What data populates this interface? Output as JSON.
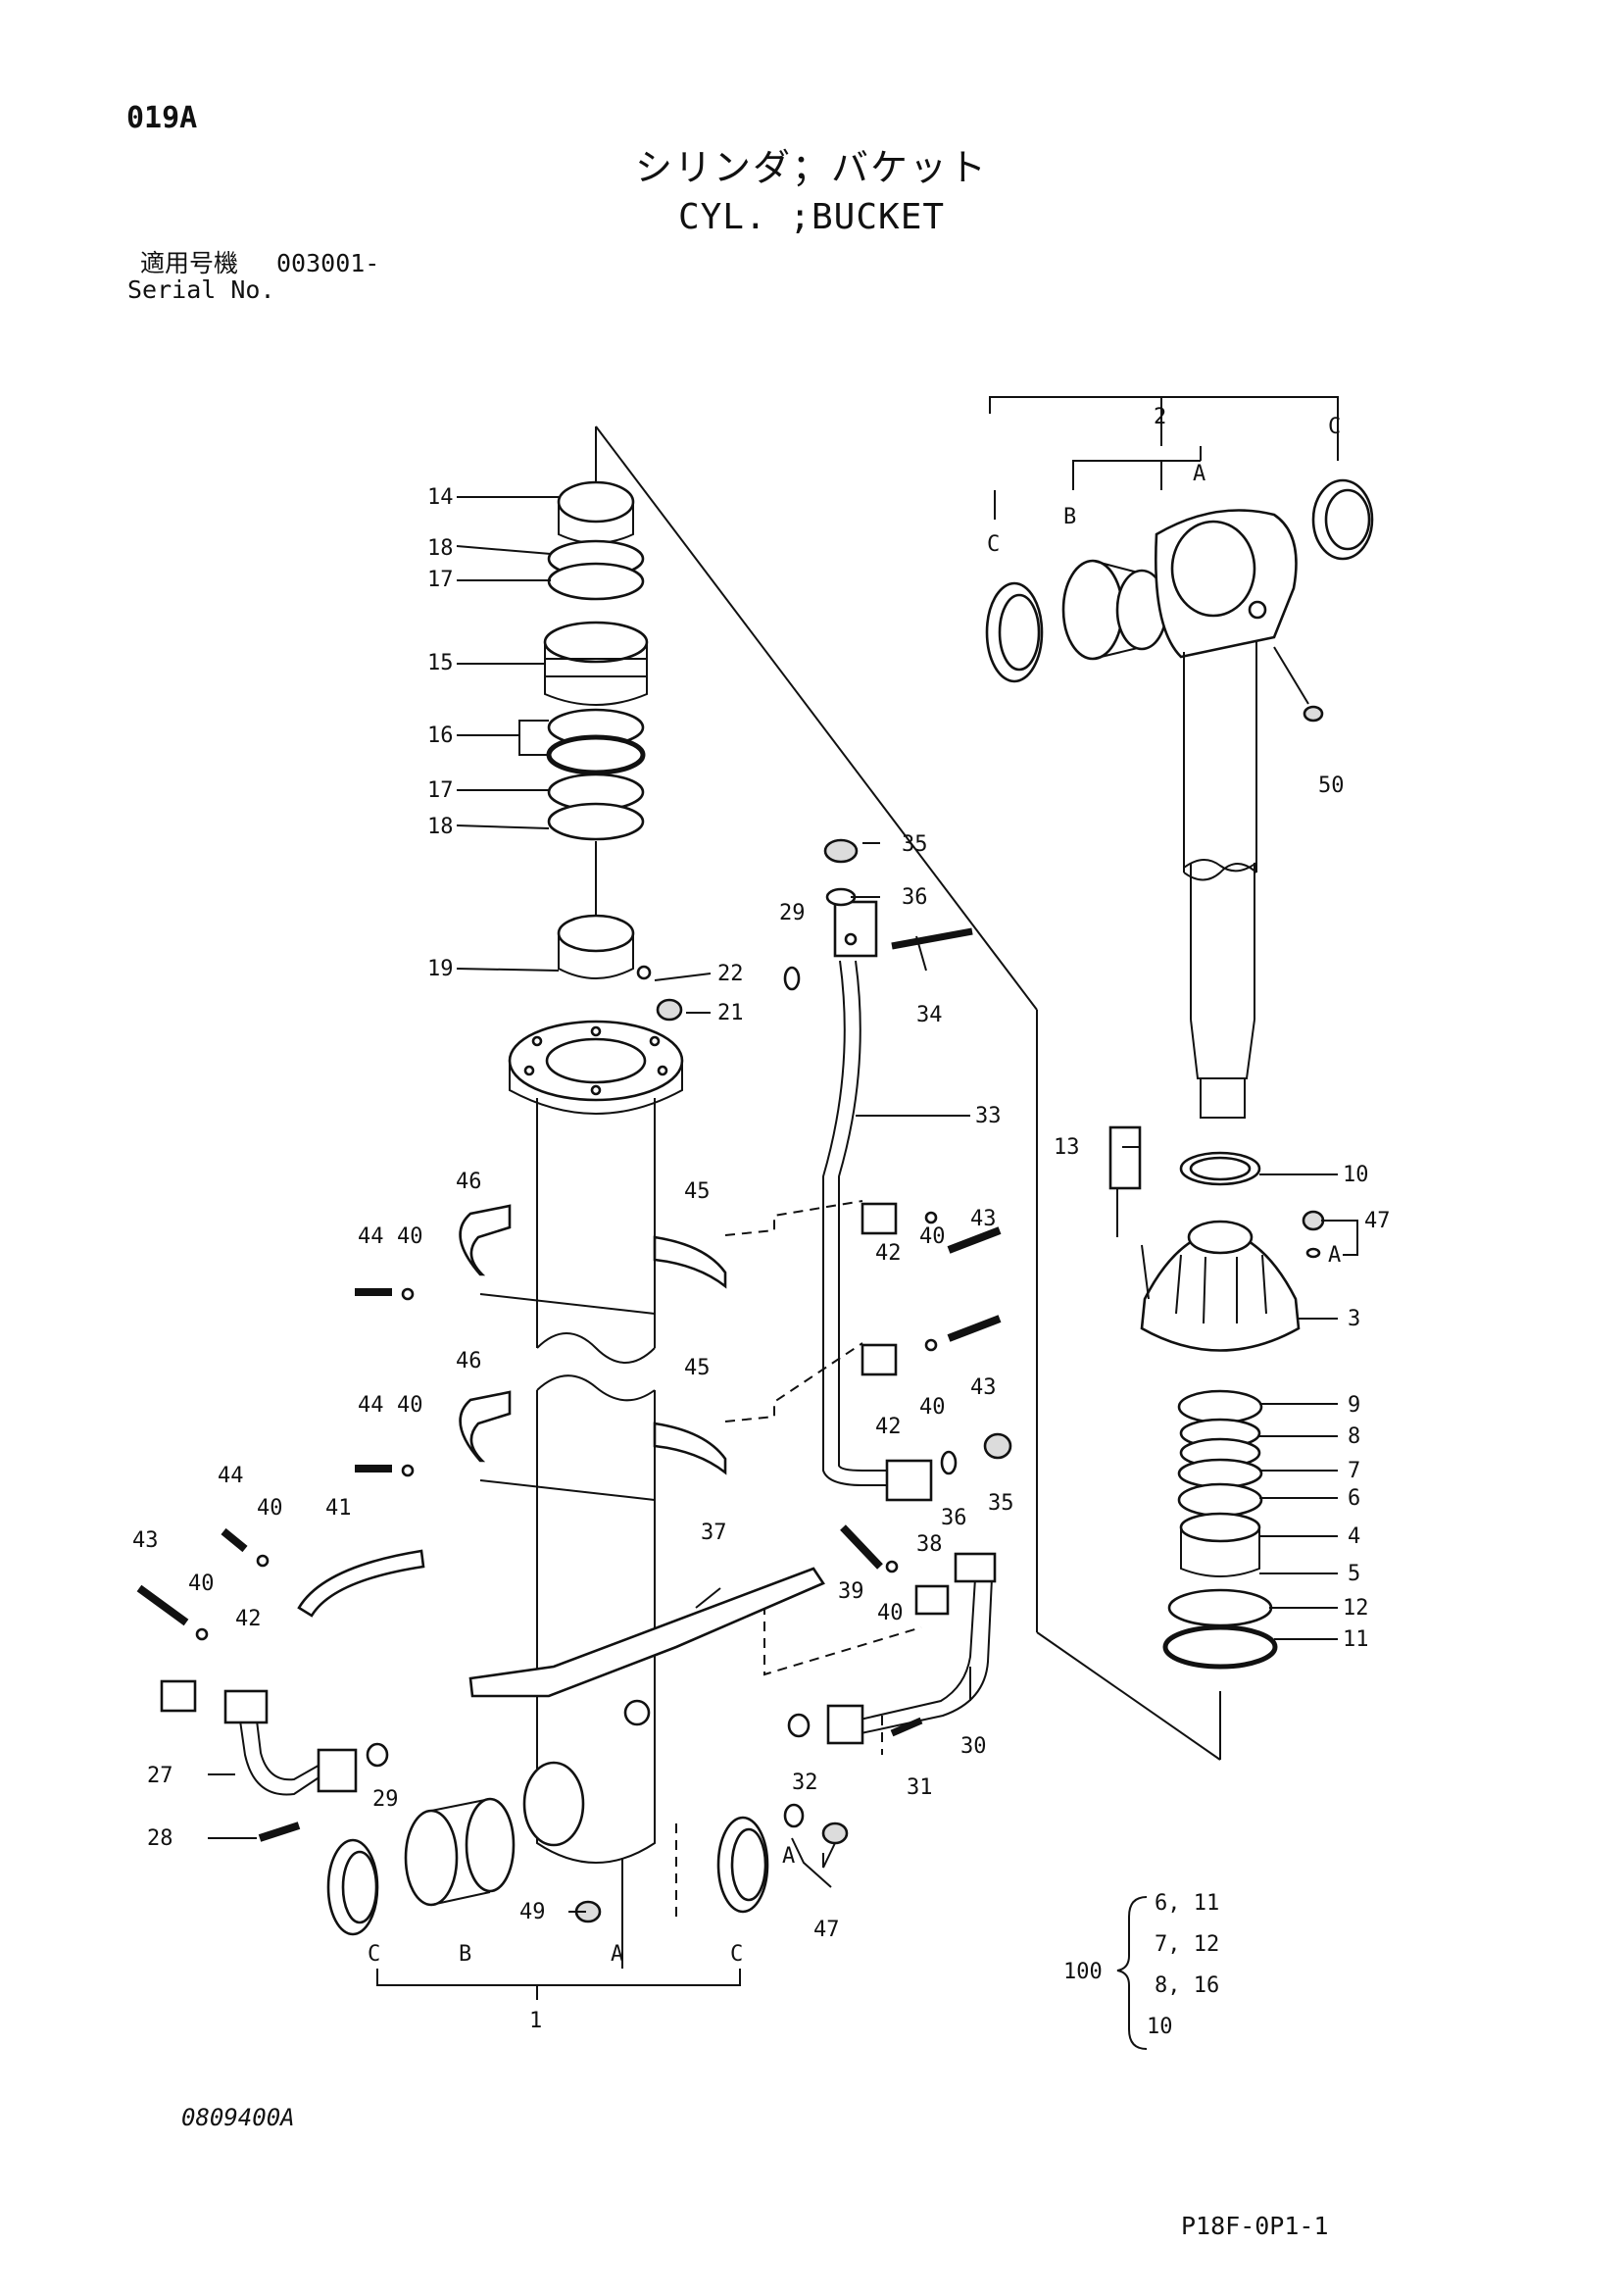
{
  "header": {
    "page_code": "019A",
    "title_jp": "シリンダ；バケット",
    "title_en": "CYL. ;BUCKET",
    "serial_label_jp": "適用号機",
    "serial_value": "003001-",
    "serial_label_en": "Serial No."
  },
  "footer": {
    "drawing_number": "0809400A",
    "sheet_code": "P18F-0P1-1"
  },
  "kit": {
    "number": "100",
    "lines": [
      "6, 11",
      "7, 12",
      "8, 16",
      "10"
    ]
  },
  "callouts": {
    "c1": "1",
    "c2": "2",
    "c3": "3",
    "c4": "4",
    "c5": "5",
    "c6": "6",
    "c7": "7",
    "c8": "8",
    "c9": "9",
    "c10": "10",
    "c11": "11",
    "c12": "12",
    "c13": "13",
    "c14": "14",
    "c15": "15",
    "c16": "16",
    "c17": "17",
    "c18": "18",
    "c19": "19",
    "c21": "21",
    "c22": "22",
    "c27": "27",
    "c28": "28",
    "c29": "29",
    "c30": "30",
    "c31": "31",
    "c32": "32",
    "c33": "33",
    "c34": "34",
    "c35": "35",
    "c36": "36",
    "c37": "37",
    "c38": "38",
    "c39": "39",
    "c40": "40",
    "c41": "41",
    "c42": "42",
    "c43": "43",
    "c44": "44",
    "c45": "45",
    "c46": "46",
    "c47": "47",
    "c49": "49",
    "c50": "50",
    "letter_a": "A",
    "letter_b": "B",
    "letter_c": "C"
  }
}
